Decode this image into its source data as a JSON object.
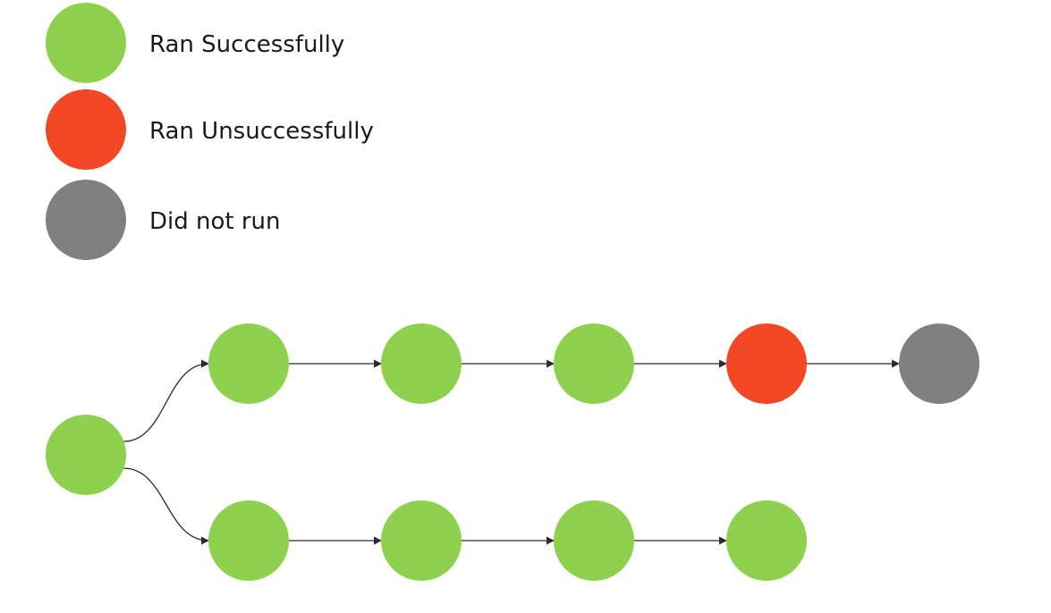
{
  "colors": {
    "success": "#8ed14e",
    "failure": "#f24826",
    "not_run": "#808080",
    "edge": "#2b2b2b"
  },
  "legend": [
    {
      "status": "success",
      "label": "Ran Successfully"
    },
    {
      "status": "failure",
      "label": "Ran Unsuccessfully"
    },
    {
      "status": "not_run",
      "label": "Did not run"
    }
  ],
  "graph": {
    "root": {
      "status": "success"
    },
    "branches": [
      {
        "nodes": [
          {
            "status": "success"
          },
          {
            "status": "success"
          },
          {
            "status": "success"
          },
          {
            "status": "failure"
          },
          {
            "status": "not_run"
          }
        ]
      },
      {
        "nodes": [
          {
            "status": "success"
          },
          {
            "status": "success"
          },
          {
            "status": "success"
          },
          {
            "status": "success"
          }
        ]
      }
    ]
  }
}
